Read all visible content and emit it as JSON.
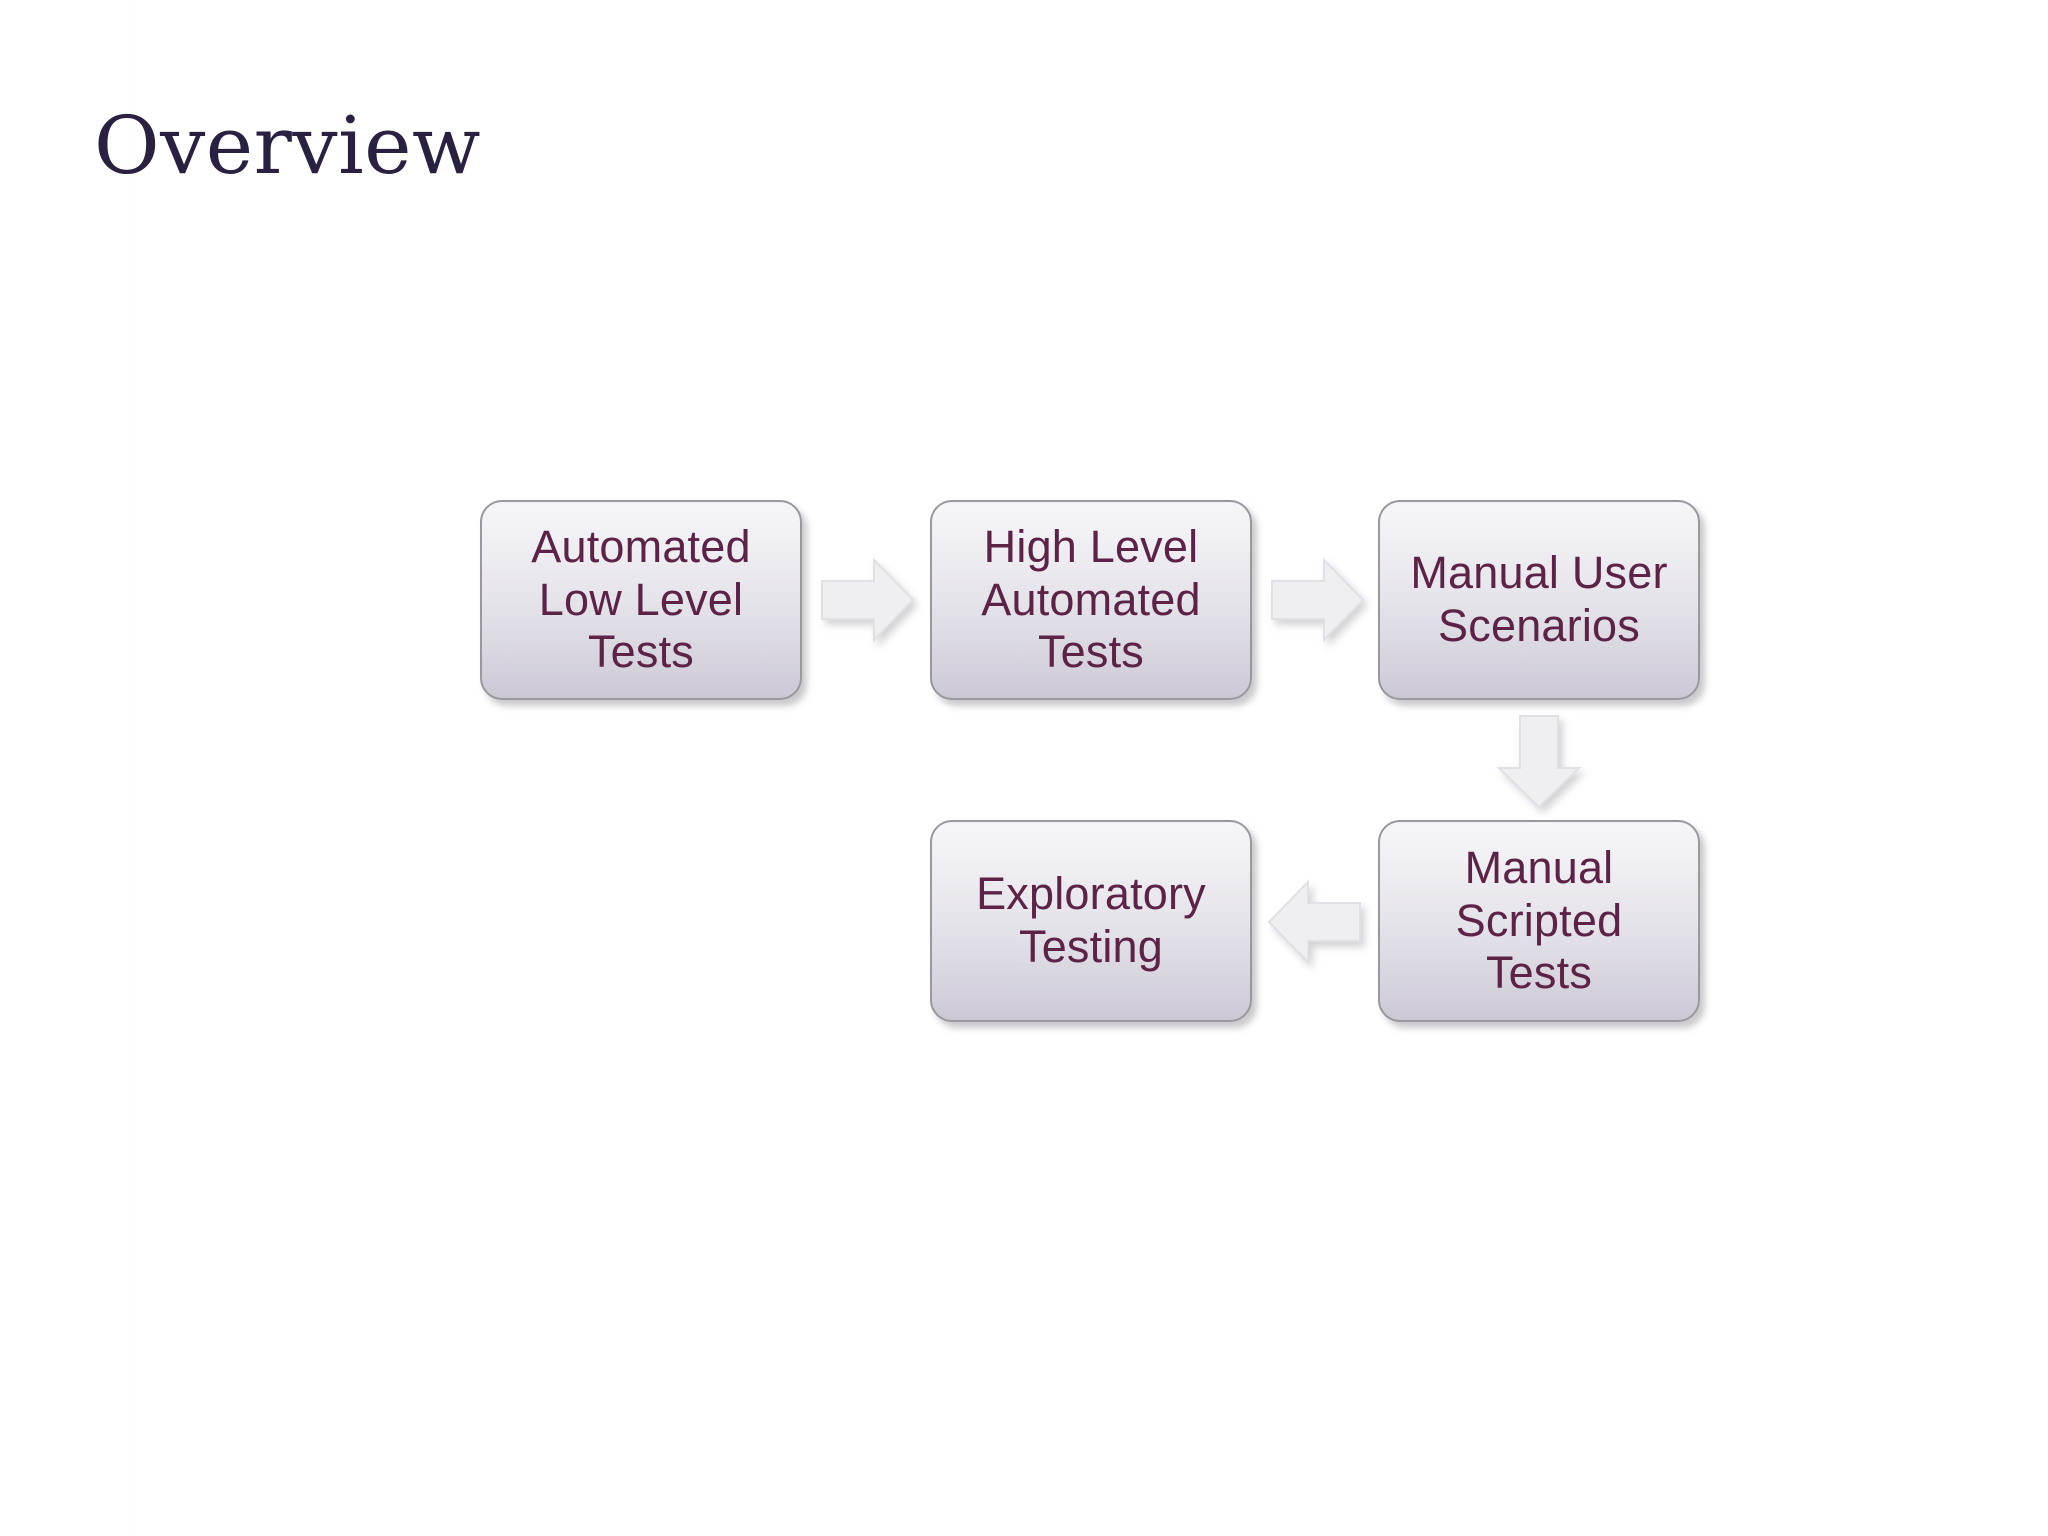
{
  "slide": {
    "title": "Overview",
    "background_color": "#ffffff",
    "title_color": "#2a2040"
  },
  "diagram": {
    "type": "flowchart",
    "box_fill_top": "#f6f5f8",
    "box_fill_bottom": "#cbc8d4",
    "box_border_color": "#9a979e",
    "box_text_color": "#5c2347",
    "arrow_fill": "#efeef1",
    "boxes": [
      {
        "id": "automated-low-level-tests",
        "label": "Automated\nLow Level\nTests",
        "row": 1,
        "col": 1
      },
      {
        "id": "high-level-automated-tests",
        "label": "High Level\nAutomated\nTests",
        "row": 1,
        "col": 2
      },
      {
        "id": "manual-user-scenarios",
        "label": "Manual  User\nScenarios",
        "row": 1,
        "col": 3
      },
      {
        "id": "manual-scripted-tests",
        "label": "Manual\nScripted\nTests",
        "row": 2,
        "col": 3
      },
      {
        "id": "exploratory-testing",
        "label": "Exploratory\nTesting",
        "row": 2,
        "col": 2
      }
    ],
    "arrows": [
      {
        "id": "arrow-auto-low-to-high-auto",
        "direction": "right",
        "from": "automated-low-level-tests",
        "to": "high-level-automated-tests"
      },
      {
        "id": "arrow-high-auto-to-manual-user",
        "direction": "right",
        "from": "high-level-automated-tests",
        "to": "manual-user-scenarios"
      },
      {
        "id": "arrow-manual-user-to-scripted",
        "direction": "down",
        "from": "manual-user-scenarios",
        "to": "manual-scripted-tests"
      },
      {
        "id": "arrow-scripted-to-exploratory",
        "direction": "left",
        "from": "manual-scripted-tests",
        "to": "exploratory-testing"
      }
    ]
  }
}
